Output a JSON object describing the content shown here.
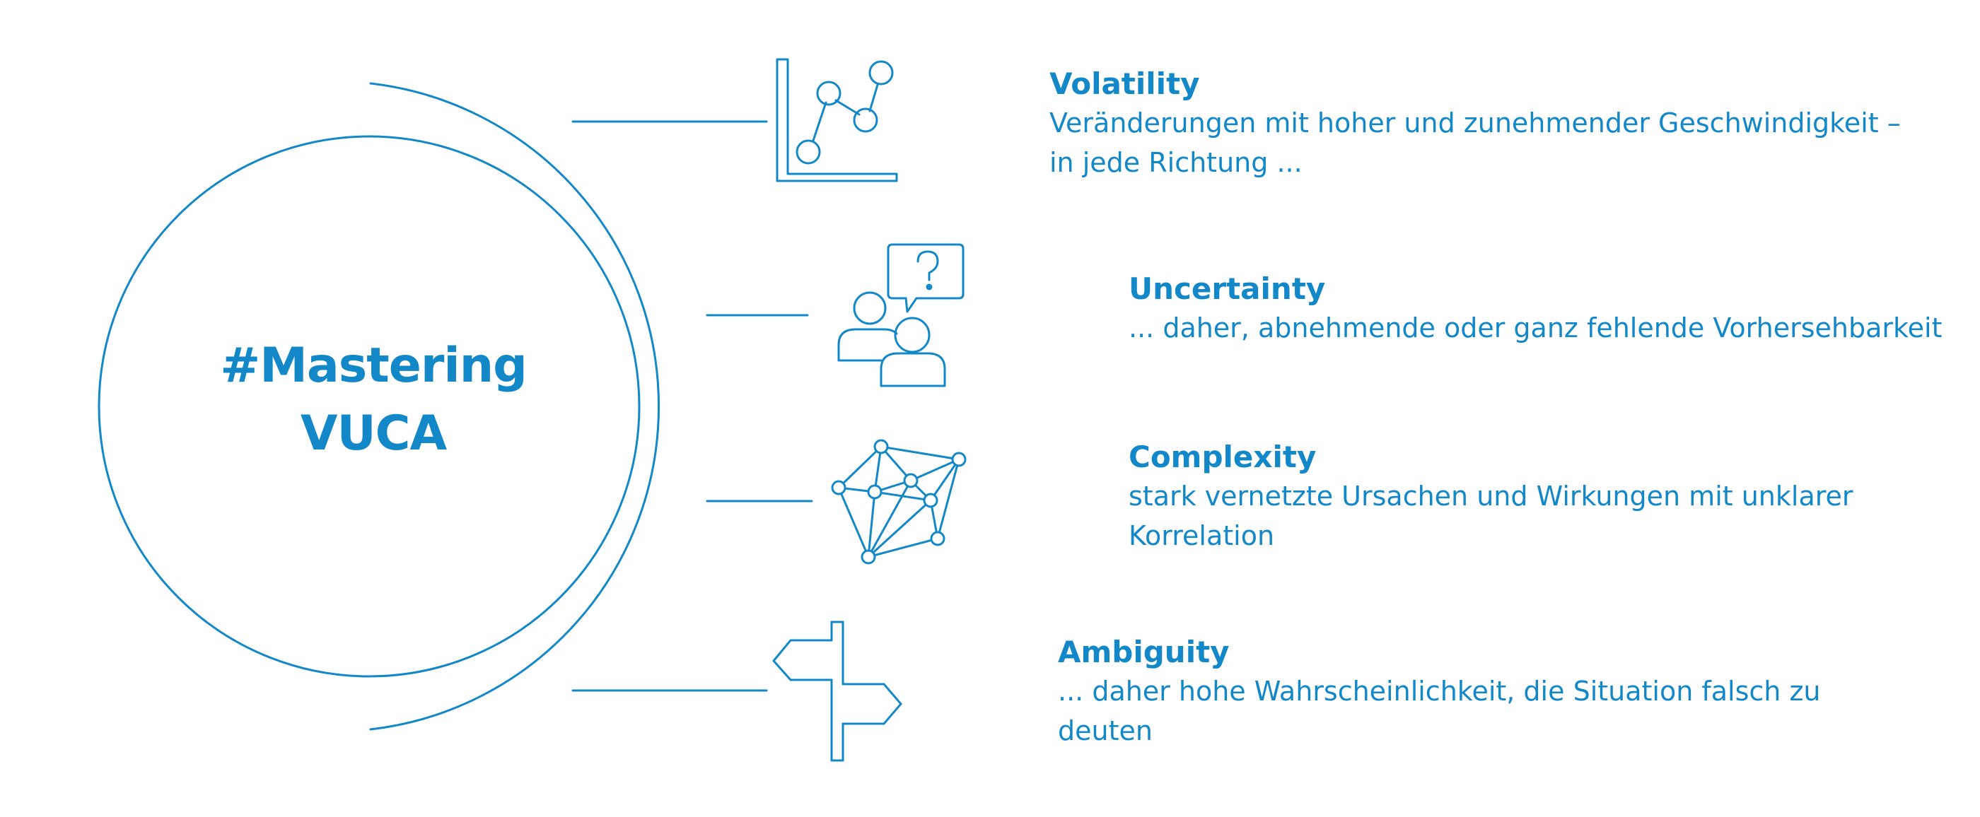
{
  "center": {
    "line1": "#Mastering",
    "line2": "VUCA"
  },
  "items": [
    {
      "key": "volatility",
      "heading": "Volatility",
      "description": "Veränderungen mit hoher und zunehmender Geschwindigkeit –\nin jede Richtung ...",
      "icon": "line-chart-icon"
    },
    {
      "key": "uncertainty",
      "heading": "Uncertainty",
      "description": "... daher, abnehmende oder ganz fehlende Vorhersehbarkeit",
      "icon": "people-question-icon"
    },
    {
      "key": "complexity",
      "heading": "Complexity",
      "description": "stark vernetzte Ursachen und Wirkungen mit unklarer\nKorrelation",
      "icon": "network-icon"
    },
    {
      "key": "ambiguity",
      "heading": "Ambiguity",
      "description": "... daher hohe Wahrscheinlichkeit, die Situation falsch zu\ndeuten",
      "icon": "signpost-icon"
    }
  ],
  "colors": {
    "accent": "#1388c8",
    "background": "#ffffff"
  }
}
